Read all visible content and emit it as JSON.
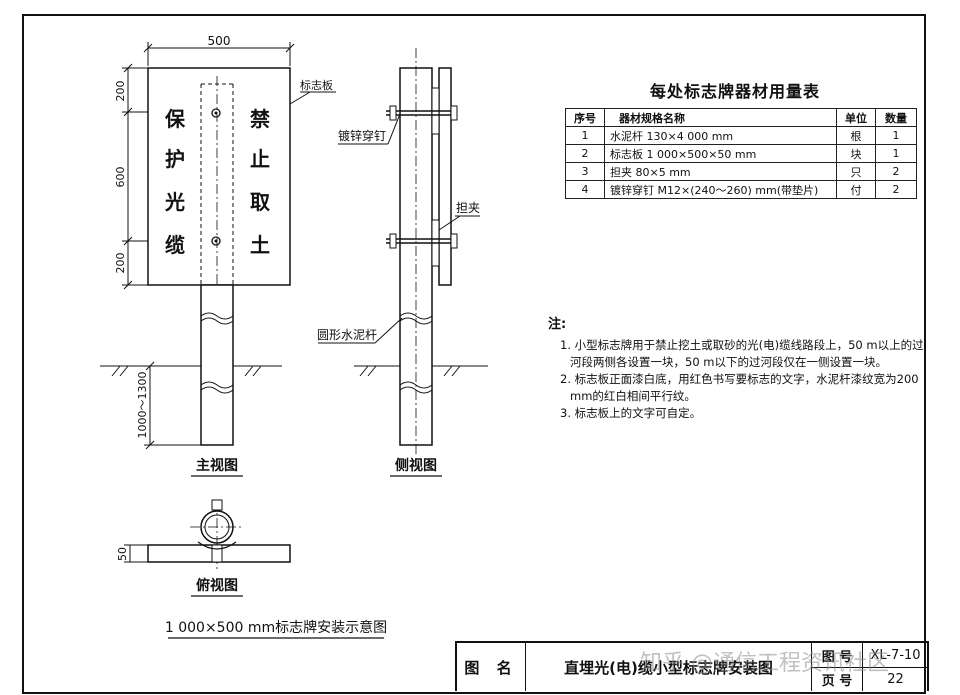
{
  "front_view": {
    "width_dim": "500",
    "dim_top": "200",
    "dim_mid": "600",
    "dim_bot": "200",
    "dim_bury": "1000～1300",
    "left_text": [
      "保",
      "护",
      "光",
      "缆"
    ],
    "right_text": [
      "禁",
      "止",
      "取",
      "土"
    ],
    "callout_board": "标志板",
    "caption": "主视图"
  },
  "side_view": {
    "callout_nail": "镀锌穿钉",
    "callout_clamp": "担夹",
    "callout_pole": "圆形水泥杆",
    "caption": "侧视图"
  },
  "top_view": {
    "dim": "50",
    "caption": "俯视图"
  },
  "drawing_caption": "1 000×500 mm标志牌安装示意图",
  "bom": {
    "title": "每处标志牌器材用量表",
    "headers": [
      "序号",
      "器材规格名称",
      "单位",
      "数量"
    ],
    "rows": [
      [
        "1",
        "水泥杆 130×4 000 mm",
        "根",
        "1"
      ],
      [
        "2",
        "标志板 1 000×500×50 mm",
        "块",
        "1"
      ],
      [
        "3",
        "担夹  80×5 mm",
        "只",
        "2"
      ],
      [
        "4",
        "镀锌穿钉 M12×(240～260) mm(带垫片)",
        "付",
        "2"
      ]
    ]
  },
  "notes": {
    "heading": "注:",
    "items": [
      "1. 小型标志牌用于禁止挖土或取砂的光(电)缆线路段上，50 m以上的过河段两侧各设置一块，50 m以下的过河段仅在一侧设置一块。",
      "2. 标志板正面漆白底，用红色书写要标志的文字，水泥杆漆纹宽为200 mm的红白相间平行纹。",
      "3. 标志板上的文字可自定。"
    ]
  },
  "title_block": {
    "name_label": "图 名",
    "title": "直埋光(电)缆小型标志牌安装图",
    "fig_label": "图 号",
    "fig_value": "XL-7-10",
    "page_label": "页 号",
    "page_value": "22"
  },
  "watermark": "知乎 @通信工程资讯社区"
}
